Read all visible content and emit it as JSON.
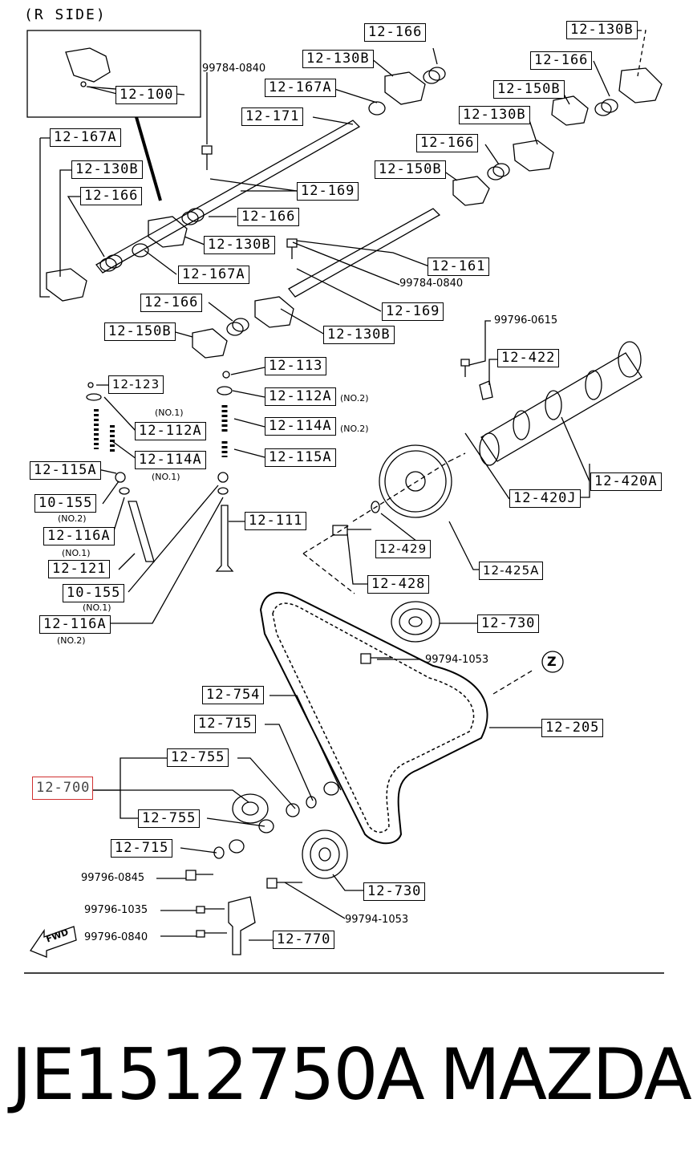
{
  "diagram": {
    "title": "(R SIDE)",
    "labels": {
      "p12_100": "12-100",
      "p12_166_a": "12-166",
      "p12_130b_a": "12-130B",
      "p12_167a_a": "12-167A",
      "p12_171": "12-171",
      "p12_130b_tr": "12-130B",
      "p12_166_tr": "12-166",
      "p12_150b_a": "12-150B",
      "p12_130b_b": "12-130B",
      "p12_166_b": "12-166",
      "p12_150b_b": "12-150B",
      "p12_167a_l": "12-167A",
      "p12_130b_l": "12-130B",
      "p12_166_l": "12-166",
      "p12_169_a": "12-169",
      "p12_166_c": "12-166",
      "p12_130b_c": "12-130B",
      "p12_167a_c": "12-167A",
      "p12_161": "12-161",
      "p12_166_d": "12-166",
      "p12_169_b": "12-169",
      "p12_150b_c": "12-150B",
      "p12_130b_d": "12-130B",
      "p12_422": "12-422",
      "p12_123": "12-123",
      "p12_113": "12-113",
      "p12_112a_r": "12-112A",
      "p12_112a_l": "12-112A",
      "p12_114a_r": "12-114A",
      "p12_114a_l": "12-114A",
      "p12_115a_r": "12-115A",
      "p12_115a_l": "12-115A",
      "p10_155_a": "10-155",
      "p12_116a_a": "12-116A",
      "p12_111": "12-111",
      "p12_121": "12-121",
      "p10_155_b": "10-155",
      "p12_116a_b": "12-116A",
      "p12_420a": "12-420A",
      "p12_420j": "12-420J",
      "p12_429": "12-429",
      "p12_425a": "12-425A",
      "p12_428": "12-428",
      "p12_730_a": "12-730",
      "p12_754": "12-754",
      "p12_715_a": "12-715",
      "p12_205": "12-205",
      "p12_755_a": "12-755",
      "p12_700": "12-700",
      "p12_755_b": "12-755",
      "p12_715_b": "12-715",
      "p12_730_b": "12-730",
      "p12_770": "12-770"
    },
    "plain": {
      "n99784_0840_a": "99784-0840",
      "n99784_0840_b": "99784-0840",
      "n99796_0615": "99796-0615",
      "n99794_1053_a": "99794-1053",
      "n99796_0845": "99796-0845",
      "n99796_1035": "99796-1035",
      "n99794_1053_b": "99794-1053",
      "n99796_0840": "99796-0840",
      "no2_a": "(NO.2)",
      "no2_b": "(NO.2)",
      "no1_a": "(NO.1)",
      "no1_b": "(NO.1)",
      "no2_c": "(NO.2)",
      "no1_c": "(NO.1)",
      "no1_d": "(NO.1)",
      "no2_d": "(NO.2)",
      "z_mark": "Z",
      "fwd": "FWD"
    },
    "highlight_color": "#d03030"
  },
  "footer": {
    "part_number": "JE1512750A",
    "brand": "MAZDA"
  }
}
